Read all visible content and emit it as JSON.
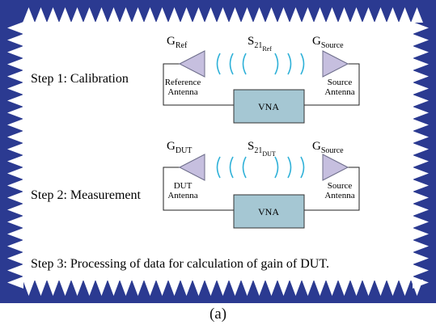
{
  "colors": {
    "chamber": "#2b3a91",
    "antenna_fill": "#c6bfdf",
    "antenna_stroke": "#6d6d8a",
    "vna_fill": "#a5c7d3",
    "wave": "#2fb1d8",
    "wire": "#222222"
  },
  "steps": {
    "step1": "Step 1: Calibration",
    "step2": "Step 2: Measurement",
    "step3": "Step 3: Processing of data for calculation of gain of DUT."
  },
  "calibration": {
    "g_left": {
      "main": "G",
      "sub": "Ref"
    },
    "s21": {
      "main": "S",
      "sub": "21",
      "subsub": "Ref"
    },
    "g_right": {
      "main": "G",
      "sub": "Source"
    },
    "left_antenna": [
      "Reference",
      "Antenna"
    ],
    "right_antenna": [
      "Source",
      "Antenna"
    ],
    "vna": "VNA"
  },
  "measurement": {
    "g_left": {
      "main": "G",
      "sub": "DUT"
    },
    "s21": {
      "main": "S",
      "sub": "21",
      "subsub": "DUT"
    },
    "g_right": {
      "main": "G",
      "sub": "Source"
    },
    "left_antenna": [
      "DUT",
      "Antenna"
    ],
    "right_antenna": [
      "Source",
      "Antenna"
    ],
    "vna": "VNA"
  },
  "caption": "(a)"
}
